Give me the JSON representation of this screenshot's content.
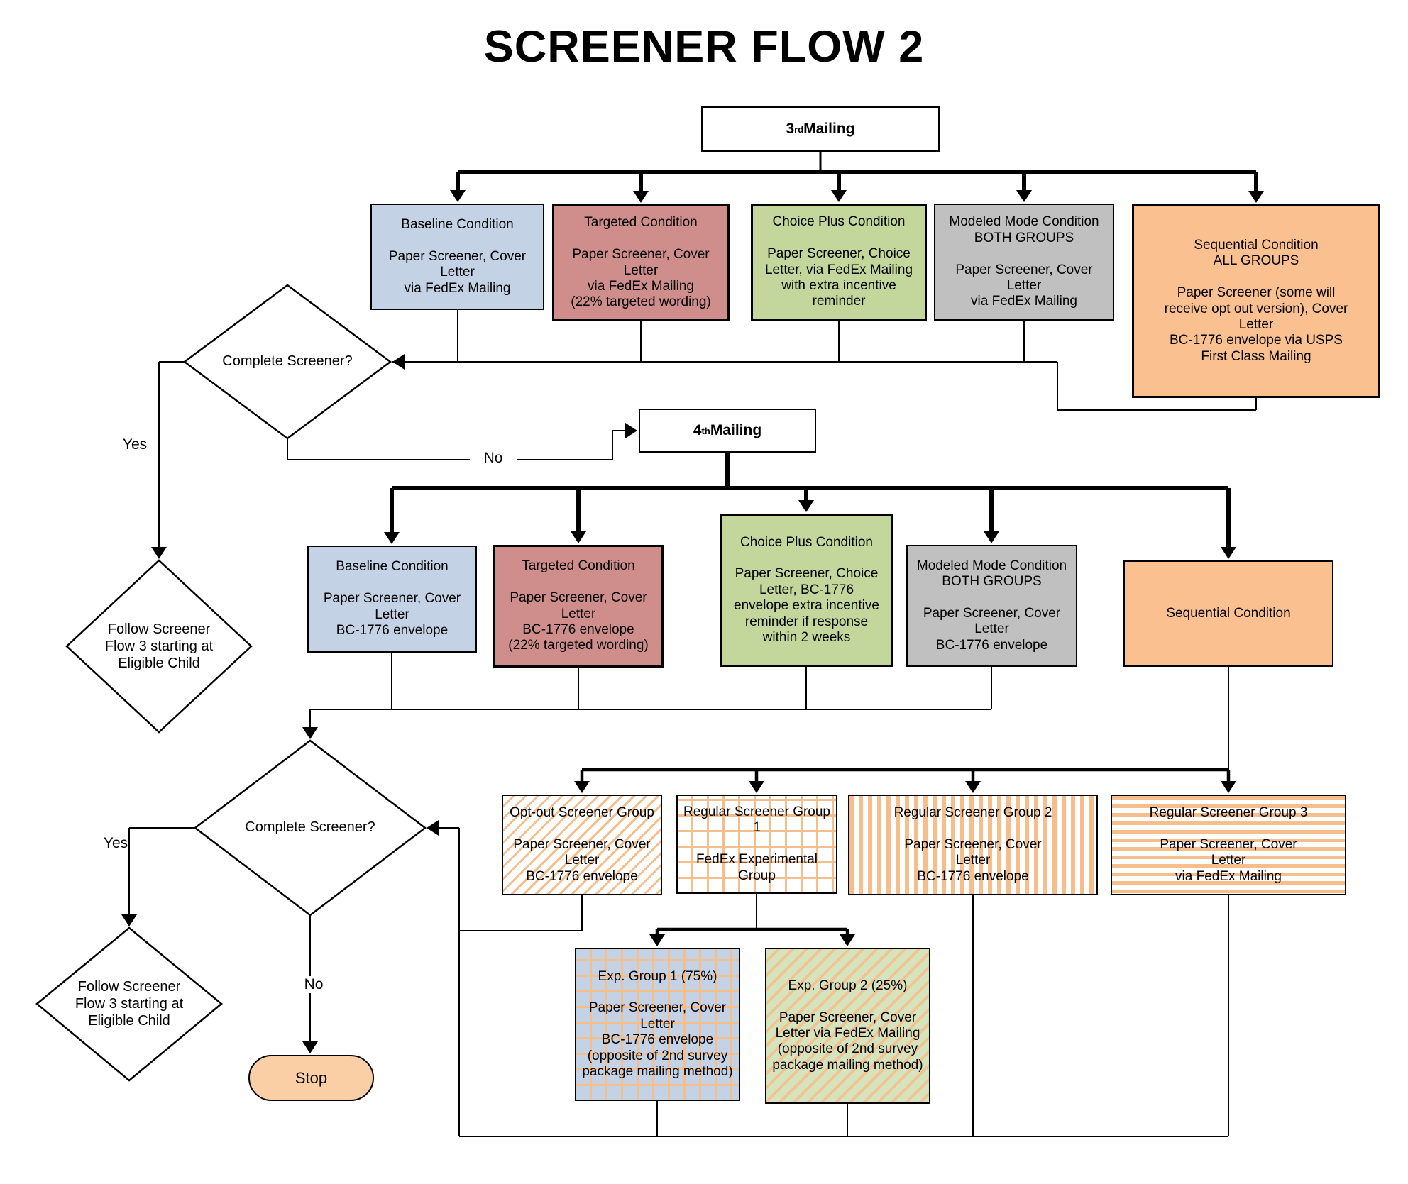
{
  "title": "SCREENER FLOW 2",
  "mailings": {
    "third": {
      "number": "3",
      "ordinal": "rd",
      "label": " Mailing"
    },
    "fourth": {
      "number": "4",
      "ordinal": "th",
      "label": " Mailing"
    }
  },
  "row1": {
    "baseline": {
      "text": "Baseline Condition\n\nPaper Screener, Cover\nLetter\nvia FedEx Mailing"
    },
    "targeted": {
      "text": "Targeted Condition\n\nPaper Screener, Cover\nLetter\nvia FedEx Mailing\n(22% targeted wording)"
    },
    "choice_plus": {
      "text": "Choice Plus Condition\n\nPaper Screener, Choice\nLetter, via FedEx Mailing\nwith extra incentive\nreminder"
    },
    "modeled_mode": {
      "text": "Modeled Mode Condition\nBOTH GROUPS\n\nPaper Screener, Cover\nLetter\nvia FedEx Mailing"
    },
    "sequential": {
      "text": "Sequential Condition\nALL GROUPS\n\nPaper Screener (some will\nreceive opt out version), Cover\nLetter\nBC-1776 envelope via USPS\nFirst Class Mailing"
    }
  },
  "row2": {
    "baseline": {
      "text": "Baseline Condition\n\nPaper Screener, Cover\nLetter\nBC-1776 envelope"
    },
    "targeted": {
      "text": "Targeted Condition\n\nPaper Screener, Cover\nLetter\nBC-1776 envelope\n(22% targeted wording)"
    },
    "choice_plus": {
      "text": "Choice Plus Condition\n\nPaper Screener, Choice\nLetter, BC-1776\nenvelope extra incentive\nreminder if response\nwithin 2 weeks"
    },
    "modeled_mode": {
      "text": "Modeled Mode Condition\nBOTH GROUPS\n\nPaper Screener, Cover\nLetter\nBC-1776 envelope"
    },
    "sequential": {
      "text": "Sequential Condition"
    }
  },
  "groups": {
    "opt_out": {
      "text": "Opt-out Screener Group\n\nPaper Screener, Cover\nLetter\nBC-1776 envelope"
    },
    "regular1": {
      "text": "Regular Screener Group 1\n\nFedEx Experimental\nGroup"
    },
    "regular2": {
      "text": "Regular Screener Group 2\n\nPaper Screener, Cover\nLetter\nBC-1776 envelope"
    },
    "regular3": {
      "text": "Regular Screener Group 3\n\nPaper Screener, Cover\nLetter\nvia FedEx Mailing"
    }
  },
  "exp_groups": {
    "group1": {
      "text": "Exp. Group 1 (75%)\n\nPaper Screener, Cover\nLetter\nBC-1776 envelope\n(opposite of 2nd survey\npackage mailing method)"
    },
    "group2": {
      "text": "Exp. Group 2 (25%)\n\nPaper Screener, Cover\nLetter via FedEx Mailing\n(opposite of 2nd survey\npackage mailing method)"
    }
  },
  "decisions": {
    "screener1": "Complete Screener?",
    "screener2": "Complete Screener?",
    "follow1": "Follow Screener\nFlow 3 starting at\nEligible Child",
    "follow2": "Follow Screener\nFlow 3 starting at\nEligible Child"
  },
  "labels": {
    "yes1": "Yes",
    "no1": "No",
    "yes2": "Yes",
    "no2": "No"
  },
  "terminal": {
    "stop": "Stop"
  },
  "colors": {
    "blue": "#C4D2E6",
    "red": "#CF8D8B",
    "green": "#C3D69B",
    "gray": "#C0C0C0",
    "orange": "#FAC090",
    "stop_fill": "#FBCFA5",
    "pattern_orange": "#F5BE8A",
    "exp_green": "#D6E3BC"
  }
}
